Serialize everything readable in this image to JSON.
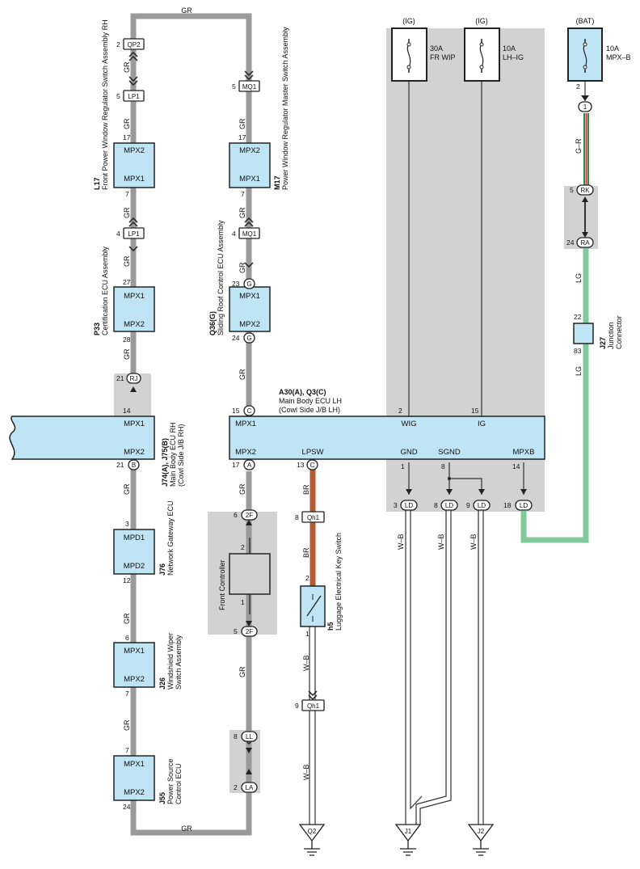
{
  "wire_colors": {
    "gray": "#9a9a9a",
    "brown": "#b45c34",
    "green": "#7fc99a",
    "component_fill": "#bfe5f5",
    "shade": "#d2d2d2"
  },
  "wires": {
    "top_gr": "GR",
    "bottom_gr": "GR",
    "gr": "GR",
    "br": "BR",
    "wb": "W–B",
    "lg": "LG",
    "gr_red": "G–R"
  },
  "power": {
    "ig1": "(IG)",
    "ig2": "(IG)",
    "bat": "(BAT)",
    "fuse1_amp": "30A",
    "fuse1_name": "FR WIP",
    "fuse2_amp": "10A",
    "fuse2_name": "LH–IG",
    "fuse3_amp": "10A",
    "fuse3_name": "MPX–B"
  },
  "components": {
    "l17": {
      "code": "L17",
      "name": "Front Power Window Regulator Switch Assembly RH",
      "top": "MPX2",
      "bottom": "MPX1"
    },
    "m17": {
      "code": "M17",
      "name": "Power Window Regulator Master Switch Assembly",
      "top": "MPX2",
      "bottom": "MPX1"
    },
    "p33": {
      "code": "P33",
      "name": "Certification ECU Assembly",
      "top": "MPX1",
      "bottom": "MPX2"
    },
    "q36": {
      "code": "Q36(G)",
      "name": "Sliding Roof Control ECU Assembly",
      "top": "MPX1",
      "bottom": "MPX2"
    },
    "j74": {
      "code": "J74(A), J75(B)",
      "name": "Main Body ECU RH",
      "sub": "(Cowl Side J/B RH)",
      "top": "MPX1",
      "bottom": "MPX2"
    },
    "a30": {
      "code": "A30(A), Q3(C)",
      "name": "Main Body ECU LH",
      "sub": "(Cowl Side J/B LH)",
      "mpx1": "MPX1",
      "wig": "WIG",
      "ig": "IG",
      "mpx2": "MPX2",
      "lpsw": "LPSW",
      "gnd": "GND",
      "sgnd": "SGND",
      "mpxb": "MPXB"
    },
    "j76": {
      "code": "J76",
      "name": "Network Gateway ECU",
      "top": "MPD1",
      "bottom": "MPD2"
    },
    "j26": {
      "code": "J26",
      "name": "Windshield Wiper",
      "name2": "Switch Assembly",
      "top": "MPX1",
      "bottom": "MPX2"
    },
    "j55": {
      "code": "J55",
      "name": "Power Source",
      "name2": "Control ECU",
      "top": "MPX1",
      "bottom": "MPX2"
    },
    "front_controller": {
      "name": "Front Controller"
    },
    "h5": {
      "code": "h5",
      "name": "Luggage Electrical Key Switch"
    },
    "j27": {
      "code": "J27",
      "name": "Junction",
      "name2": "Connector"
    }
  },
  "connectors": {
    "qp2": "QP2",
    "lp1a": "LP1",
    "lp1b": "LP1",
    "mq1a": "MQ1",
    "mq1b": "MQ1",
    "g1": "G",
    "g2": "G",
    "rj": "RJ",
    "b": "B",
    "c1": "C",
    "a": "A",
    "c2": "C",
    "qh1a": "Qh1",
    "qh1b": "Qh1",
    "f2a": "2F",
    "f2b": "2F",
    "ll": "LL",
    "la": "LA",
    "ld1": "LD",
    "ld2": "LD",
    "ld3": "LD",
    "ld4": "LD",
    "rk": "RK",
    "ra": "RA",
    "one": "1"
  },
  "pins": {
    "p2": "2",
    "p5": "5",
    "p17": "17",
    "p7": "7",
    "p4": "4",
    "p27": "27",
    "p28": "28",
    "p21": "21",
    "p14": "14",
    "p3": "3",
    "p12": "12",
    "p6": "6",
    "p24": "24",
    "p23": "23",
    "p15": "15",
    "p13": "13",
    "p8": "8",
    "p1": "1",
    "p9": "9",
    "p18": "18",
    "p22": "22",
    "p83": "83"
  },
  "grounds": {
    "q2": "Q2",
    "j1": "J1",
    "j2": "J2"
  }
}
